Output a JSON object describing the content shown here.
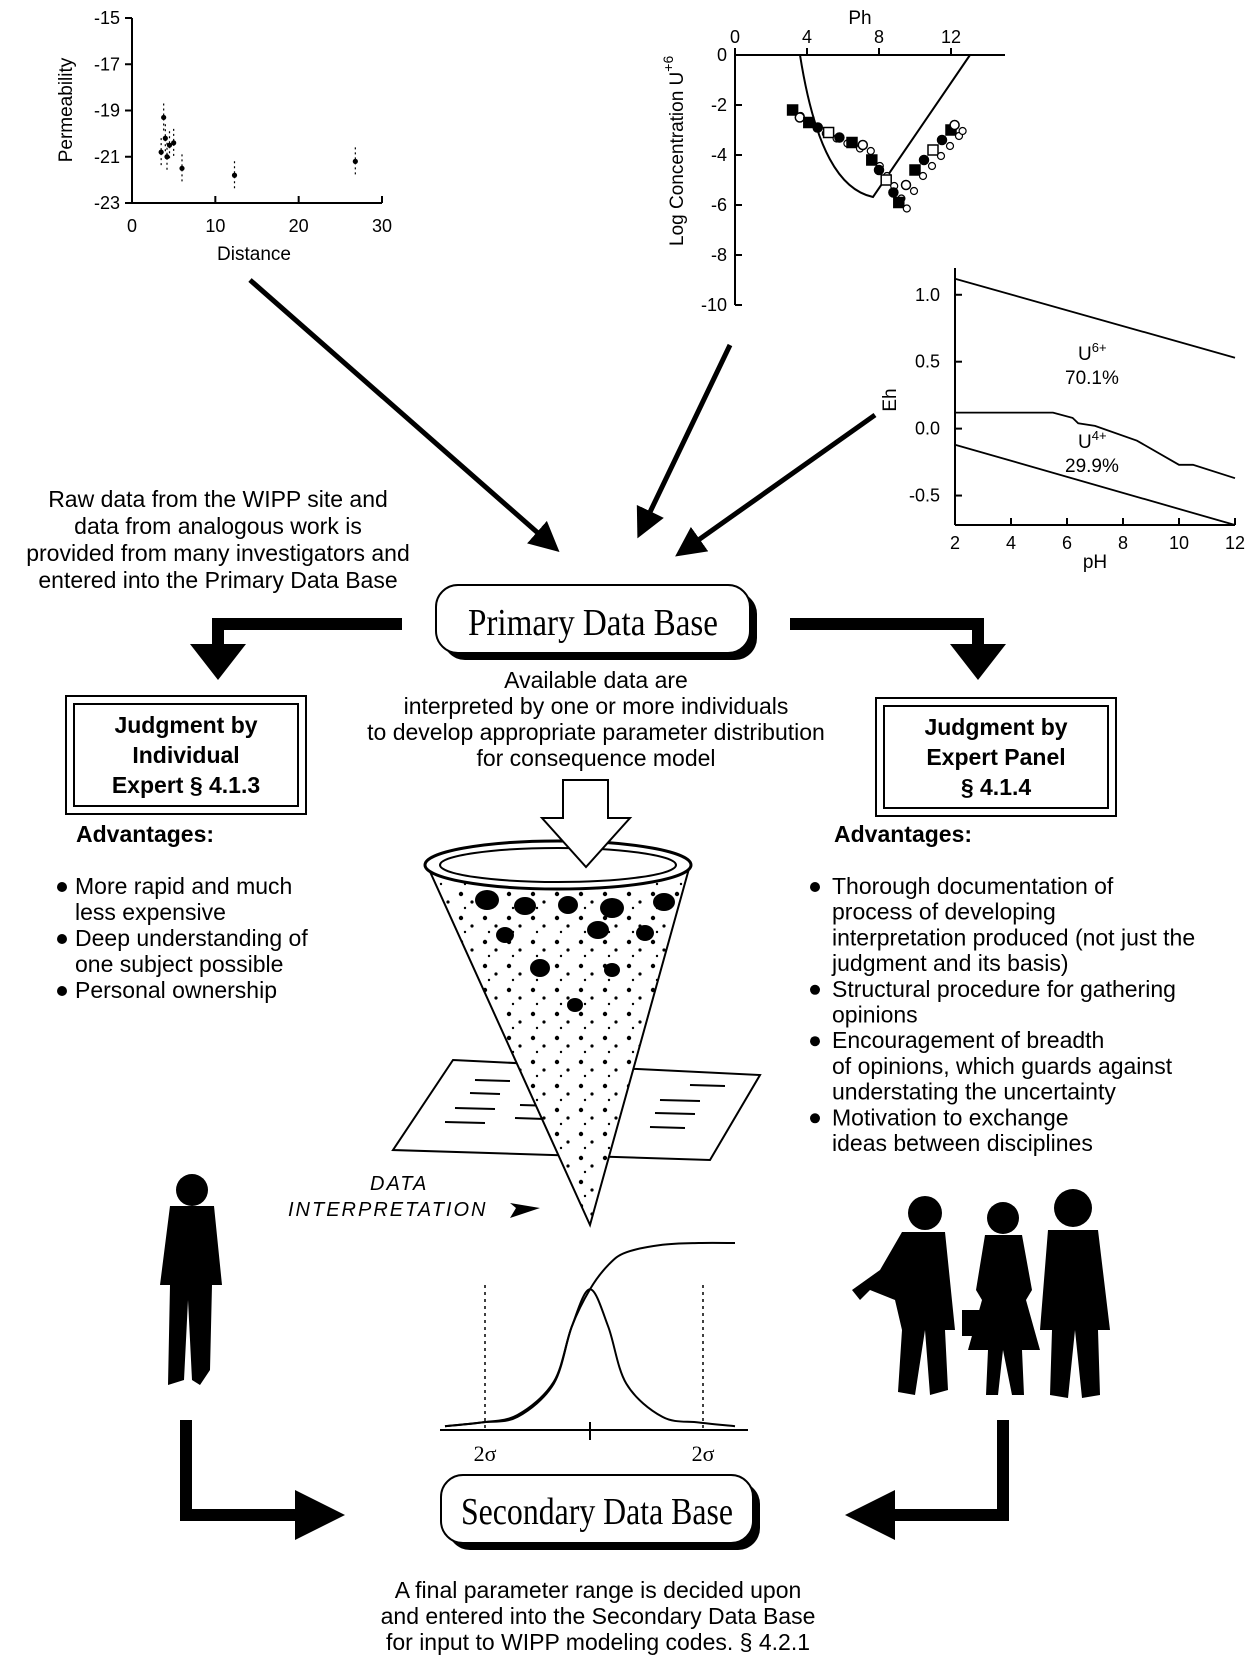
{
  "chart_data": [
    {
      "type": "scatter",
      "xlabel": "Distance",
      "ylabel": "Permeability",
      "xlim": [
        0,
        30
      ],
      "ylim": [
        -23,
        -15
      ],
      "x_ticks": [
        "0",
        "10",
        "20",
        "30"
      ],
      "y_ticks": [
        "-15",
        "-17",
        "-19",
        "-21",
        "-23"
      ],
      "series": [
        {
          "x": [
            3.5,
            3.8,
            4.0,
            4.2,
            4.5,
            5.0,
            6.0,
            12.3,
            26.8
          ],
          "y": [
            -20.8,
            -19.3,
            -20.2,
            -21.0,
            -20.5,
            -20.4,
            -21.5,
            -21.8,
            -21.2
          ]
        }
      ]
    },
    {
      "type": "scatter",
      "xlabel": "Ph",
      "ylabel": "Log Concentration U+6",
      "ylabel_main": "Log Concentration U",
      "ylabel_sup": "+6",
      "xlim": [
        0,
        15
      ],
      "ylim": [
        -10,
        0
      ],
      "x_ticks": [
        "0",
        "4",
        "8",
        "12"
      ],
      "y_ticks": [
        "0",
        "-2",
        "-4",
        "-6",
        "-8",
        "-10"
      ],
      "series": [
        {
          "x": [
            3.2,
            3.6,
            4.1,
            4.6,
            5.2,
            5.8,
            6.5,
            7.1,
            7.6,
            8.0,
            8.4,
            8.8,
            9.1,
            9.5,
            10.0,
            10.5,
            11.0,
            11.5,
            12.0,
            12.2
          ],
          "y": [
            -2.2,
            -2.5,
            -2.7,
            -2.9,
            -3.1,
            -3.3,
            -3.5,
            -3.6,
            -4.2,
            -4.6,
            -5.0,
            -5.5,
            -5.9,
            -5.2,
            -4.6,
            -4.2,
            -3.8,
            -3.4,
            -3.0,
            -2.8
          ]
        }
      ]
    },
    {
      "type": "line",
      "xlabel": "pH",
      "ylabel": "Eh",
      "xlim": [
        2,
        12
      ],
      "ylim": [
        -0.72,
        1.2
      ],
      "x_ticks": [
        "2",
        "4",
        "6",
        "8",
        "10",
        "12"
      ],
      "y_ticks": [
        "1.0",
        "0.5",
        "0.0",
        "-0.5"
      ],
      "annotations": [
        {
          "species": "U",
          "charge": "6+",
          "percent": "70.1%"
        },
        {
          "species": "U",
          "charge": "4+",
          "percent": "29.9%"
        }
      ],
      "series": [
        {
          "x": [
            2,
            12
          ],
          "y": [
            1.12,
            0.53
          ]
        },
        {
          "x": [
            2,
            5.5,
            6.2,
            6.4,
            7.0,
            8.5,
            10.0,
            10.5,
            12.0
          ],
          "y": [
            0.12,
            0.12,
            0.08,
            0.04,
            0.02,
            -0.09,
            -0.27,
            -0.27,
            -0.37
          ]
        },
        {
          "x": [
            2,
            12
          ],
          "y": [
            -0.12,
            -0.72
          ]
        }
      ]
    },
    {
      "type": "line",
      "x_ticks": [
        "2σ",
        "2σ"
      ],
      "series": [
        {
          "x": [
            -4,
            -3,
            -2,
            -1,
            -0.5,
            0,
            0.5,
            1,
            2,
            3,
            4
          ],
          "y": [
            0.01,
            0.03,
            0.06,
            0.24,
            0.55,
            0.75,
            0.55,
            0.24,
            0.06,
            0.03,
            0.01
          ]
        },
        {
          "x": [
            -4,
            -3,
            -2,
            -1,
            -0.5,
            0,
            0.5,
            1,
            2,
            3,
            4
          ],
          "y": [
            0.01,
            0.03,
            0.07,
            0.25,
            0.55,
            0.75,
            0.88,
            0.95,
            0.99,
            1.0,
            1.0
          ]
        }
      ]
    }
  ],
  "raw_data_text": [
    "Raw data from the WIPP site and",
    "data from analogous work is",
    "provided from many investigators and",
    "entered into the Primary Data Base"
  ],
  "primary_db_label": "Primary Data Base",
  "interp_text": [
    "Available data are",
    "interpreted by one or more individuals",
    "to develop appropriate parameter distribution",
    "for consequence model"
  ],
  "individual_box": [
    "Judgment by",
    "Individual",
    "Expert § 4.1.3"
  ],
  "panel_box": [
    "Judgment by",
    "Expert Panel",
    "§ 4.1.4"
  ],
  "advantages_label": "Advantages:",
  "individual_advantages": [
    [
      "More rapid and much",
      "less expensive"
    ],
    [
      "Deep understanding of",
      "one subject possible"
    ],
    [
      "Personal ownership"
    ]
  ],
  "panel_advantages": [
    [
      "Thorough documentation of",
      "process of developing",
      "interpretation produced (not just the",
      "judgment and its basis)"
    ],
    [
      "Structural procedure for gathering",
      "opinions"
    ],
    [
      "Encouragement of breadth",
      "of opinions, which guards against",
      " understating the uncertainty"
    ],
    [
      "Motivation to exchange",
      "ideas between disciplines"
    ]
  ],
  "data_interpretation_label": [
    "DATA",
    "INTERPRETATION"
  ],
  "secondary_db_label": "Secondary Data Base",
  "final_text": [
    "A final parameter range is decided upon",
    "and entered into the Secondary Data Base",
    "for input to WIPP modeling codes. § 4.2.1"
  ]
}
